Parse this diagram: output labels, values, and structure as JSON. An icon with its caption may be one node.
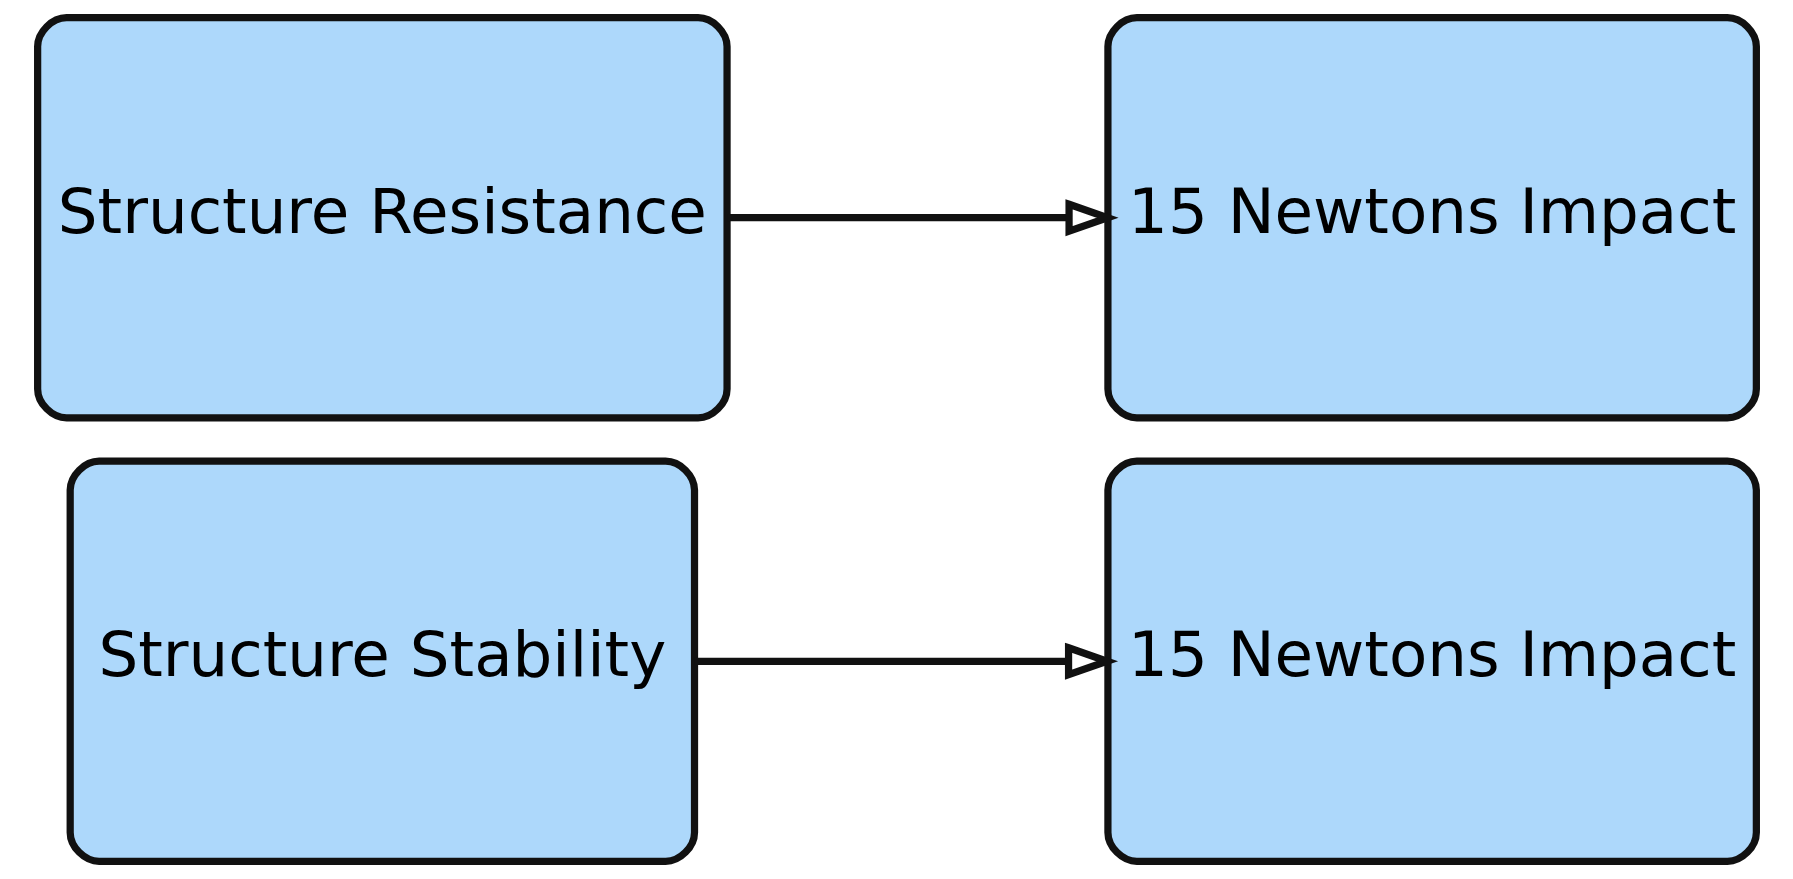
{
  "diagram": {
    "nodes": [
      {
        "text": [
          "Structure Resistance"
        ]
      },
      {
        "text": [
          "15 Newtons Impact"
        ]
      },
      {
        "text": [
          "Structure Stability"
        ]
      },
      {
        "text": [
          "15 Newtons Impact"
        ]
      }
    ],
    "edges": [
      {
        "from": 0,
        "to": 1,
        "arrow": "to"
      },
      {
        "from": 2,
        "to": 3,
        "arrow": "to"
      }
    ]
  }
}
